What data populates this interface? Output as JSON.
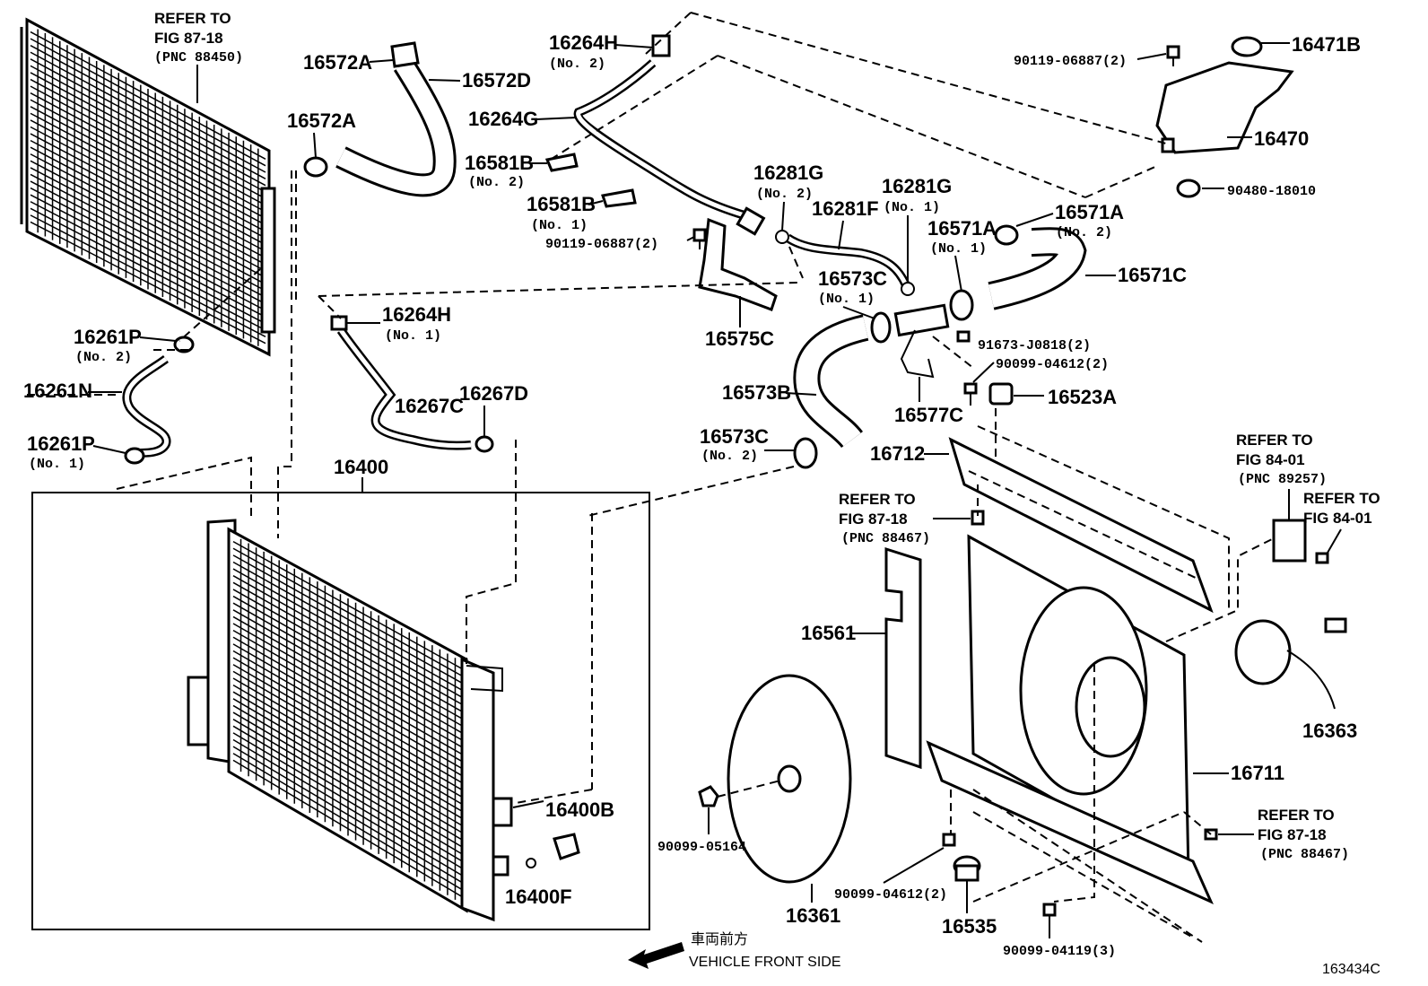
{
  "parts": {
    "p16400": "16400",
    "p16400B": "16400B",
    "p16400F": "16400F",
    "p16572A_top": "16572A",
    "p16572D": "16572D",
    "p16572A": "16572A",
    "p16264H_no2": "16264H",
    "p16264H_no2_sub": "(No. 2)",
    "p16264G": "16264G",
    "p16581B_no2": "16581B",
    "p16581B_no2_sub": "(No. 2)",
    "p16581B_no1": "16581B",
    "p16581B_no1_sub": "(No. 1)",
    "p90119_a": "90119-06887(2)",
    "p90119_b": "90119-06887(2)",
    "p16281G_no2": "16281G",
    "p16281G_no2_sub": "(No. 2)",
    "p16281G_no1": "16281G",
    "p16281G_no1_sub": "(No. 1)",
    "p16281F": "16281F",
    "p16575C": "16575C",
    "p16573C_no1": "16573C",
    "p16573C_no1_sub": "(No. 1)",
    "p16573B": "16573B",
    "p16573C_no2": "16573C",
    "p16573C_no2_sub": "(No. 2)",
    "p16571A_no1": "16571A",
    "p16571A_no1_sub": "(No. 1)",
    "p16571A_no2": "16571A",
    "p16571A_no2_sub": "(No. 2)",
    "p16571C": "16571C",
    "p91673": "91673-J0818(2)",
    "p90099_04612_top": "90099-04612(2)",
    "p16577C": "16577C",
    "p16523A": "16523A",
    "p16471B": "16471B",
    "p16470": "16470",
    "p90480": "90480-18010",
    "p16712": "16712",
    "p16561": "16561",
    "p16711": "16711",
    "p16363": "16363",
    "p16361": "16361",
    "p90099_05164": "90099-05164",
    "p90099_04612_bottom": "90099-04612(2)",
    "p16535": "16535",
    "p90099_04119": "90099-04119(3)",
    "p16261P_no2": "16261P",
    "p16261P_no2_sub": "(No. 2)",
    "p16261N": "16261N",
    "p16261P_no1": "16261P",
    "p16261P_no1_sub": "(No. 1)",
    "p16264H_no1": "16264H",
    "p16264H_no1_sub": "(No. 1)",
    "p16267C": "16267C",
    "p16267D": "16267D"
  },
  "refs": {
    "r1_a": "REFER TO",
    "r1_b": "FIG 87-18",
    "r1_c": "(PNC 88450)",
    "r2_a": "REFER TO",
    "r2_b": "FIG 87-18",
    "r2_c": "(PNC 88467)",
    "r3_a": "REFER TO",
    "r3_b": "FIG 84-01",
    "r3_c": "(PNC 89257)",
    "r4_a": "REFER TO",
    "r4_b": "FIG 84-01",
    "r5_a": "REFER TO",
    "r5_b": "FIG 87-18",
    "r5_c": "(PNC 88467)"
  },
  "footer": {
    "jp_label": "車両前方",
    "front_label": "VEHICLE FRONT SIDE",
    "figure_code": "163434C"
  }
}
